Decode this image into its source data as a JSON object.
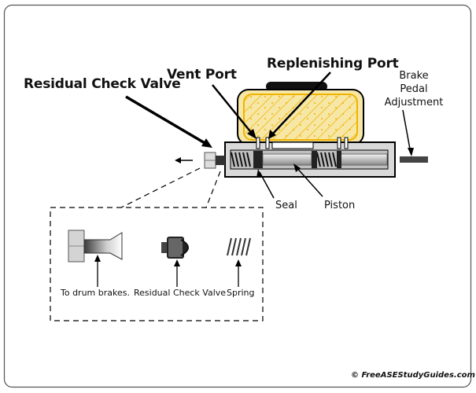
{
  "labels": {
    "residual_check_valve": "Residual Check Valve",
    "vent_port": "Vent Port",
    "replenishing_port": "Replenishing Port",
    "brake_pedal_line1": "Brake",
    "brake_pedal_line2": "Pedal",
    "brake_pedal_line3": "Adjustment",
    "seal": "Seal",
    "piston": "Piston"
  },
  "inset": {
    "to_drum_brakes": "To drum brakes.",
    "residual_check_valve": "Residual Check Valve",
    "spring": "Spring"
  },
  "copyright": "© FreeASEStudyGuides.com",
  "colors": {
    "reservoir_fill": "#f7e7a6",
    "reservoir_border": "#f0b400",
    "body_fill": "#d6d6d6",
    "outline": "#000000"
  }
}
